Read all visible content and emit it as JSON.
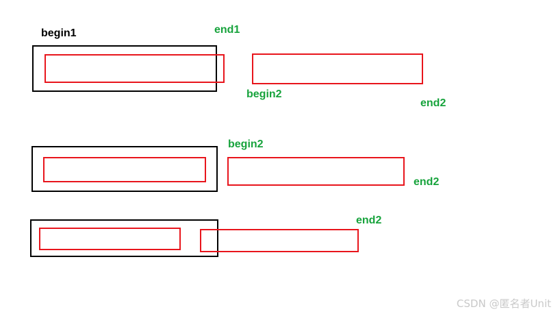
{
  "labels": {
    "begin1": "begin1",
    "end1": "end1",
    "row1_begin2": "begin2",
    "row1_end2": "end2",
    "row2_begin2": "begin2",
    "row2_end2": "end2",
    "row3_end2": "end2"
  },
  "watermark": "CSDN @匿名者Unit",
  "colors": {
    "outline_black": "#000000",
    "outline_red": "#e8151c",
    "label_green": "#17a33c"
  }
}
